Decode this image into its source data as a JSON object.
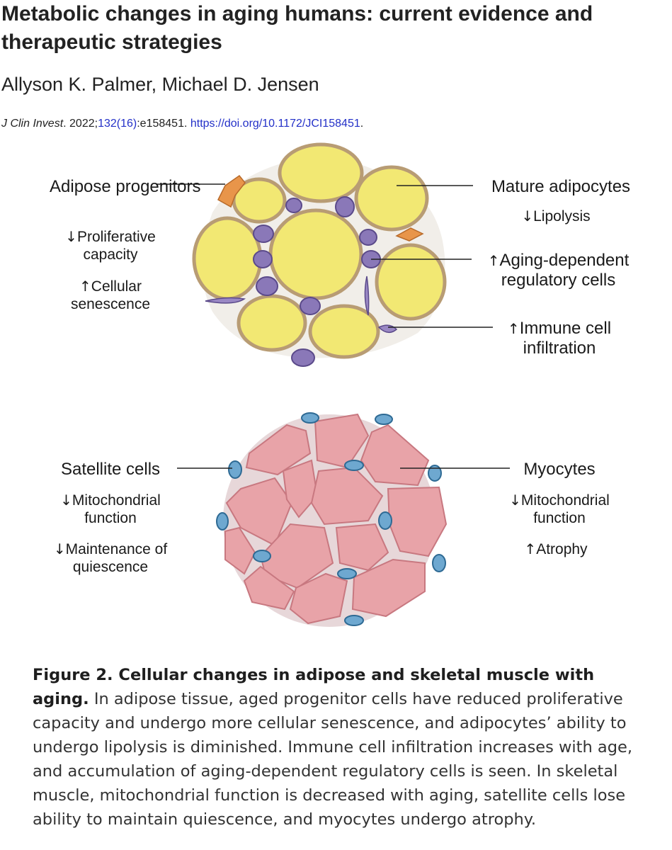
{
  "paper": {
    "title": "Metabolic changes in aging humans: current evidence and therapeutic strategies",
    "authors": "Allyson K. Palmer, Michael D. Jensen",
    "citation": {
      "journal": "J Clin Invest",
      "year_text": ". 2022;",
      "volume_issue": "132(16)",
      "article": ":e158451. ",
      "doi": "https://doi.org/10.1172/JCI158451",
      "end": "."
    }
  },
  "figure": {
    "adipose": {
      "progenitors_label": "Adipose progenitors",
      "progenitors_1": "Proliferative",
      "progenitors_2": "capacity",
      "progenitors_3": "Cellular",
      "progenitors_4": "senescence",
      "mature_label": "Mature adipocytes",
      "mature_1": "Lipolysis",
      "regulatory_1": "Aging-dependent",
      "regulatory_2": "regulatory cells",
      "immune_1": "Immune cell",
      "immune_2": "infiltration"
    },
    "muscle": {
      "satellite_label": "Satellite cells",
      "satellite_1": "Mitochondrial",
      "satellite_2": "function",
      "satellite_3": "Maintenance of",
      "satellite_4": "quiescence",
      "myocytes_label": "Myocytes",
      "myocytes_1": "Mitochondrial",
      "myocytes_2": "function",
      "myocytes_3": "Atrophy"
    },
    "arrow_down": "↓",
    "arrow_up": "↑"
  },
  "caption": {
    "heading": "Figure 2. Cellular changes in adipose and skeletal muscle with aging.",
    "body": " In adipose tissue, aged progenitor cells have reduced proliferative capacity and undergo more cellular senescence, and adipocytes’ ability to undergo lipolysis is diminished. Immune cell infiltration increases with age, and accumulation of aging-dependent regulatory cells is seen. In skeletal muscle, mitochondrial function is decreased with aging, satellite cells lose ability to maintain quiescence, and myocytes undergo atrophy."
  },
  "colors": {
    "adipocyte_fill": "#f2e873",
    "adipocyte_border": "#b89c74",
    "immune_cell": "#8a78b8",
    "progenitor": "#e8954a",
    "myocyte": "#e8a3a8",
    "satellite": "#6ea8d0"
  }
}
